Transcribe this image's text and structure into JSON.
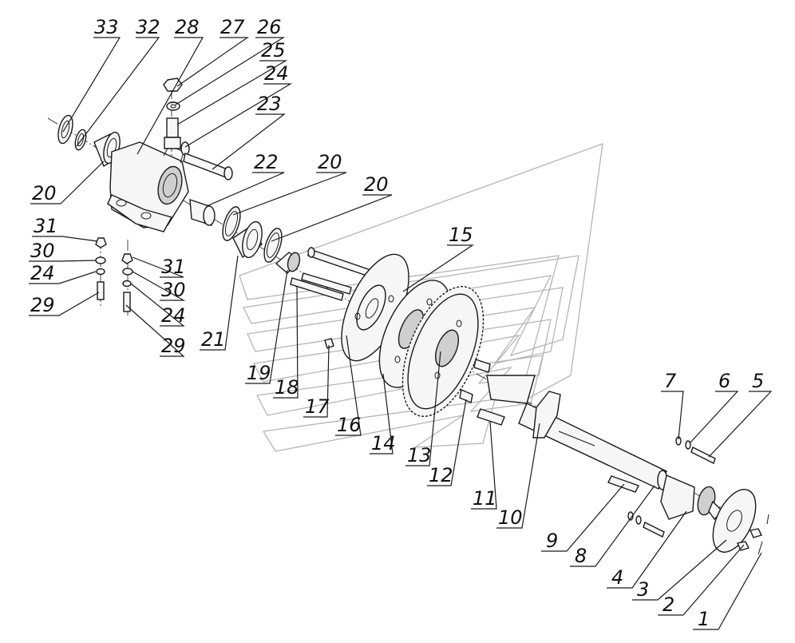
{
  "callouts": [
    {
      "id": "c1",
      "label": "1"
    },
    {
      "id": "c2",
      "label": "2"
    },
    {
      "id": "c3",
      "label": "3"
    },
    {
      "id": "c4",
      "label": "4"
    },
    {
      "id": "c5",
      "label": "5"
    },
    {
      "id": "c6",
      "label": "6"
    },
    {
      "id": "c7",
      "label": "7"
    },
    {
      "id": "c8",
      "label": "8"
    },
    {
      "id": "c9",
      "label": "9"
    },
    {
      "id": "c10",
      "label": "10"
    },
    {
      "id": "c11",
      "label": "11"
    },
    {
      "id": "c12",
      "label": "12"
    },
    {
      "id": "c13",
      "label": "13"
    },
    {
      "id": "c14",
      "label": "14"
    },
    {
      "id": "c15",
      "label": "15"
    },
    {
      "id": "c16",
      "label": "16"
    },
    {
      "id": "c17",
      "label": "17"
    },
    {
      "id": "c18",
      "label": "18"
    },
    {
      "id": "c19",
      "label": "19"
    },
    {
      "id": "c20a",
      "label": "20"
    },
    {
      "id": "c20b",
      "label": "20"
    },
    {
      "id": "c20c",
      "label": "20"
    },
    {
      "id": "c21",
      "label": "21"
    },
    {
      "id": "c22",
      "label": "22"
    },
    {
      "id": "c23",
      "label": "23"
    },
    {
      "id": "c24a",
      "label": "24"
    },
    {
      "id": "c24b",
      "label": "24"
    },
    {
      "id": "c24c",
      "label": "24"
    },
    {
      "id": "c25",
      "label": "25"
    },
    {
      "id": "c26",
      "label": "26"
    },
    {
      "id": "c27",
      "label": "27"
    },
    {
      "id": "c28",
      "label": "28"
    },
    {
      "id": "c29a",
      "label": "29"
    },
    {
      "id": "c29b",
      "label": "29"
    },
    {
      "id": "c30a",
      "label": "30"
    },
    {
      "id": "c30b",
      "label": "30"
    },
    {
      "id": "c31a",
      "label": "31"
    },
    {
      "id": "c31b",
      "label": "31"
    },
    {
      "id": "c32",
      "label": "32"
    },
    {
      "id": "c33",
      "label": "33"
    }
  ]
}
